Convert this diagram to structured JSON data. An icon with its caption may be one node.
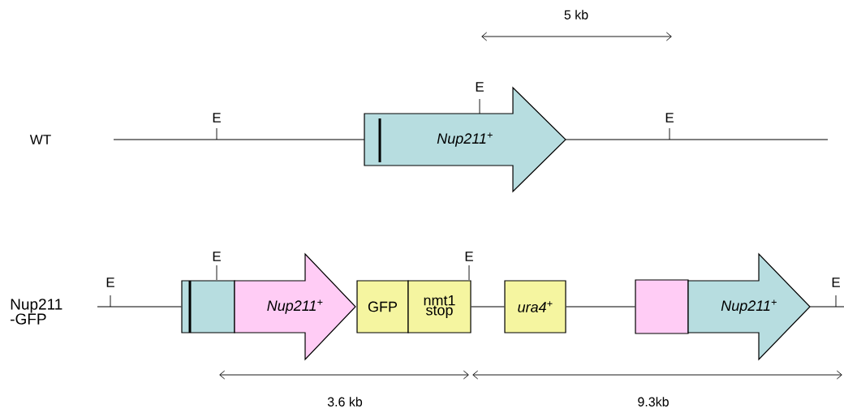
{
  "diagram": {
    "nodes": [
      {
        "text": [
          "Nup211$^{+}$"
        ],
        "beside": [
          "E"
        ]
      },
      {
        "text": [],
        "shape": "box",
        "beside": [
          "E"
        ]
      },
      {
        "text": [
          "Nup211$^{+}$"
        ]
      },
      {
        "text": [
          "GFP"
        ]
      },
      {
        "text": [
          "nmt1 stop"
        ],
        "beside": [
          "E"
        ]
      },
      {
        "text": [
          "ura4$^{+}$"
        ]
      },
      {
        "text": [],
        "shape": "box"
      },
      {
        "text": [
          "Nup211$^{+}$"
        ]
      }
    ],
    "edges": [
      {
        "from": null,
        "to": 0,
        "arrow": "none"
      },
      {
        "from": 0,
        "to": null,
        "arrow": "none"
      },
      {
        "from": null,
        "to": 1,
        "arrow": "none"
      },
      {
        "from": 4,
        "to": 5,
        "arrow": "none"
      },
      {
        "from": 5,
        "to": 6,
        "arrow": "none"
      },
      {
        "from": 7,
        "to": null,
        "arrow": "none"
      }
    ],
    "labels": [
      "5 kb",
      "E",
      "E",
      "WT",
      "E",
      "Nup211 -GFP",
      "E",
      "3.6 kb",
      "9.3kb"
    ]
  }
}
